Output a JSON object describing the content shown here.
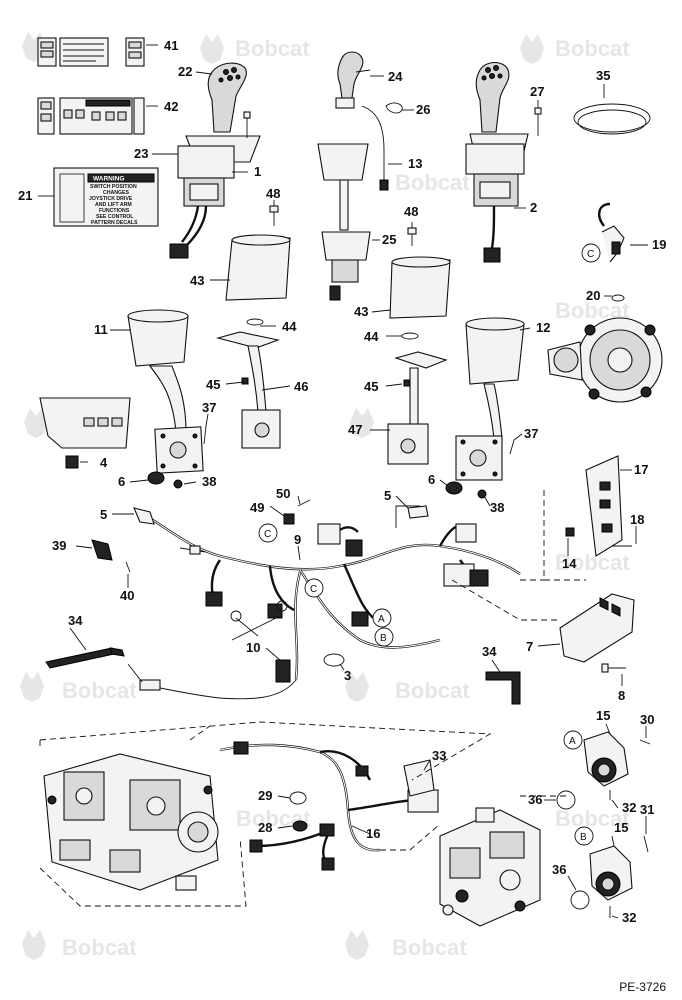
{
  "watermark": "Bobcat",
  "doc_code": "PE-3726",
  "decal": {
    "title": "WARNING",
    "lines": [
      "SWITCH POSITION",
      "CHANGES",
      "JOYSTICK DRIVE",
      "AND LIFT ARM",
      "FUNCTIONS",
      "SEE CONTROL",
      "PATTERN DECALS"
    ]
  },
  "callouts": [
    "1",
    "2",
    "3",
    "4",
    "5",
    "5",
    "6",
    "6",
    "7",
    "8",
    "9",
    "10",
    "11",
    "12",
    "13",
    "14",
    "15",
    "15",
    "16",
    "17",
    "18",
    "19",
    "20",
    "21",
    "22",
    "23",
    "24",
    "25",
    "26",
    "27",
    "28",
    "29",
    "30",
    "31",
    "32",
    "32",
    "33",
    "34",
    "34",
    "35",
    "36",
    "36",
    "37",
    "37",
    "38",
    "38",
    "39",
    "40",
    "41",
    "42",
    "43",
    "43",
    "44",
    "44",
    "45",
    "45",
    "46",
    "47",
    "48",
    "48",
    "49",
    "50"
  ],
  "connector_letters": [
    "C",
    "C",
    "C",
    "A",
    "B",
    "A",
    "B"
  ]
}
